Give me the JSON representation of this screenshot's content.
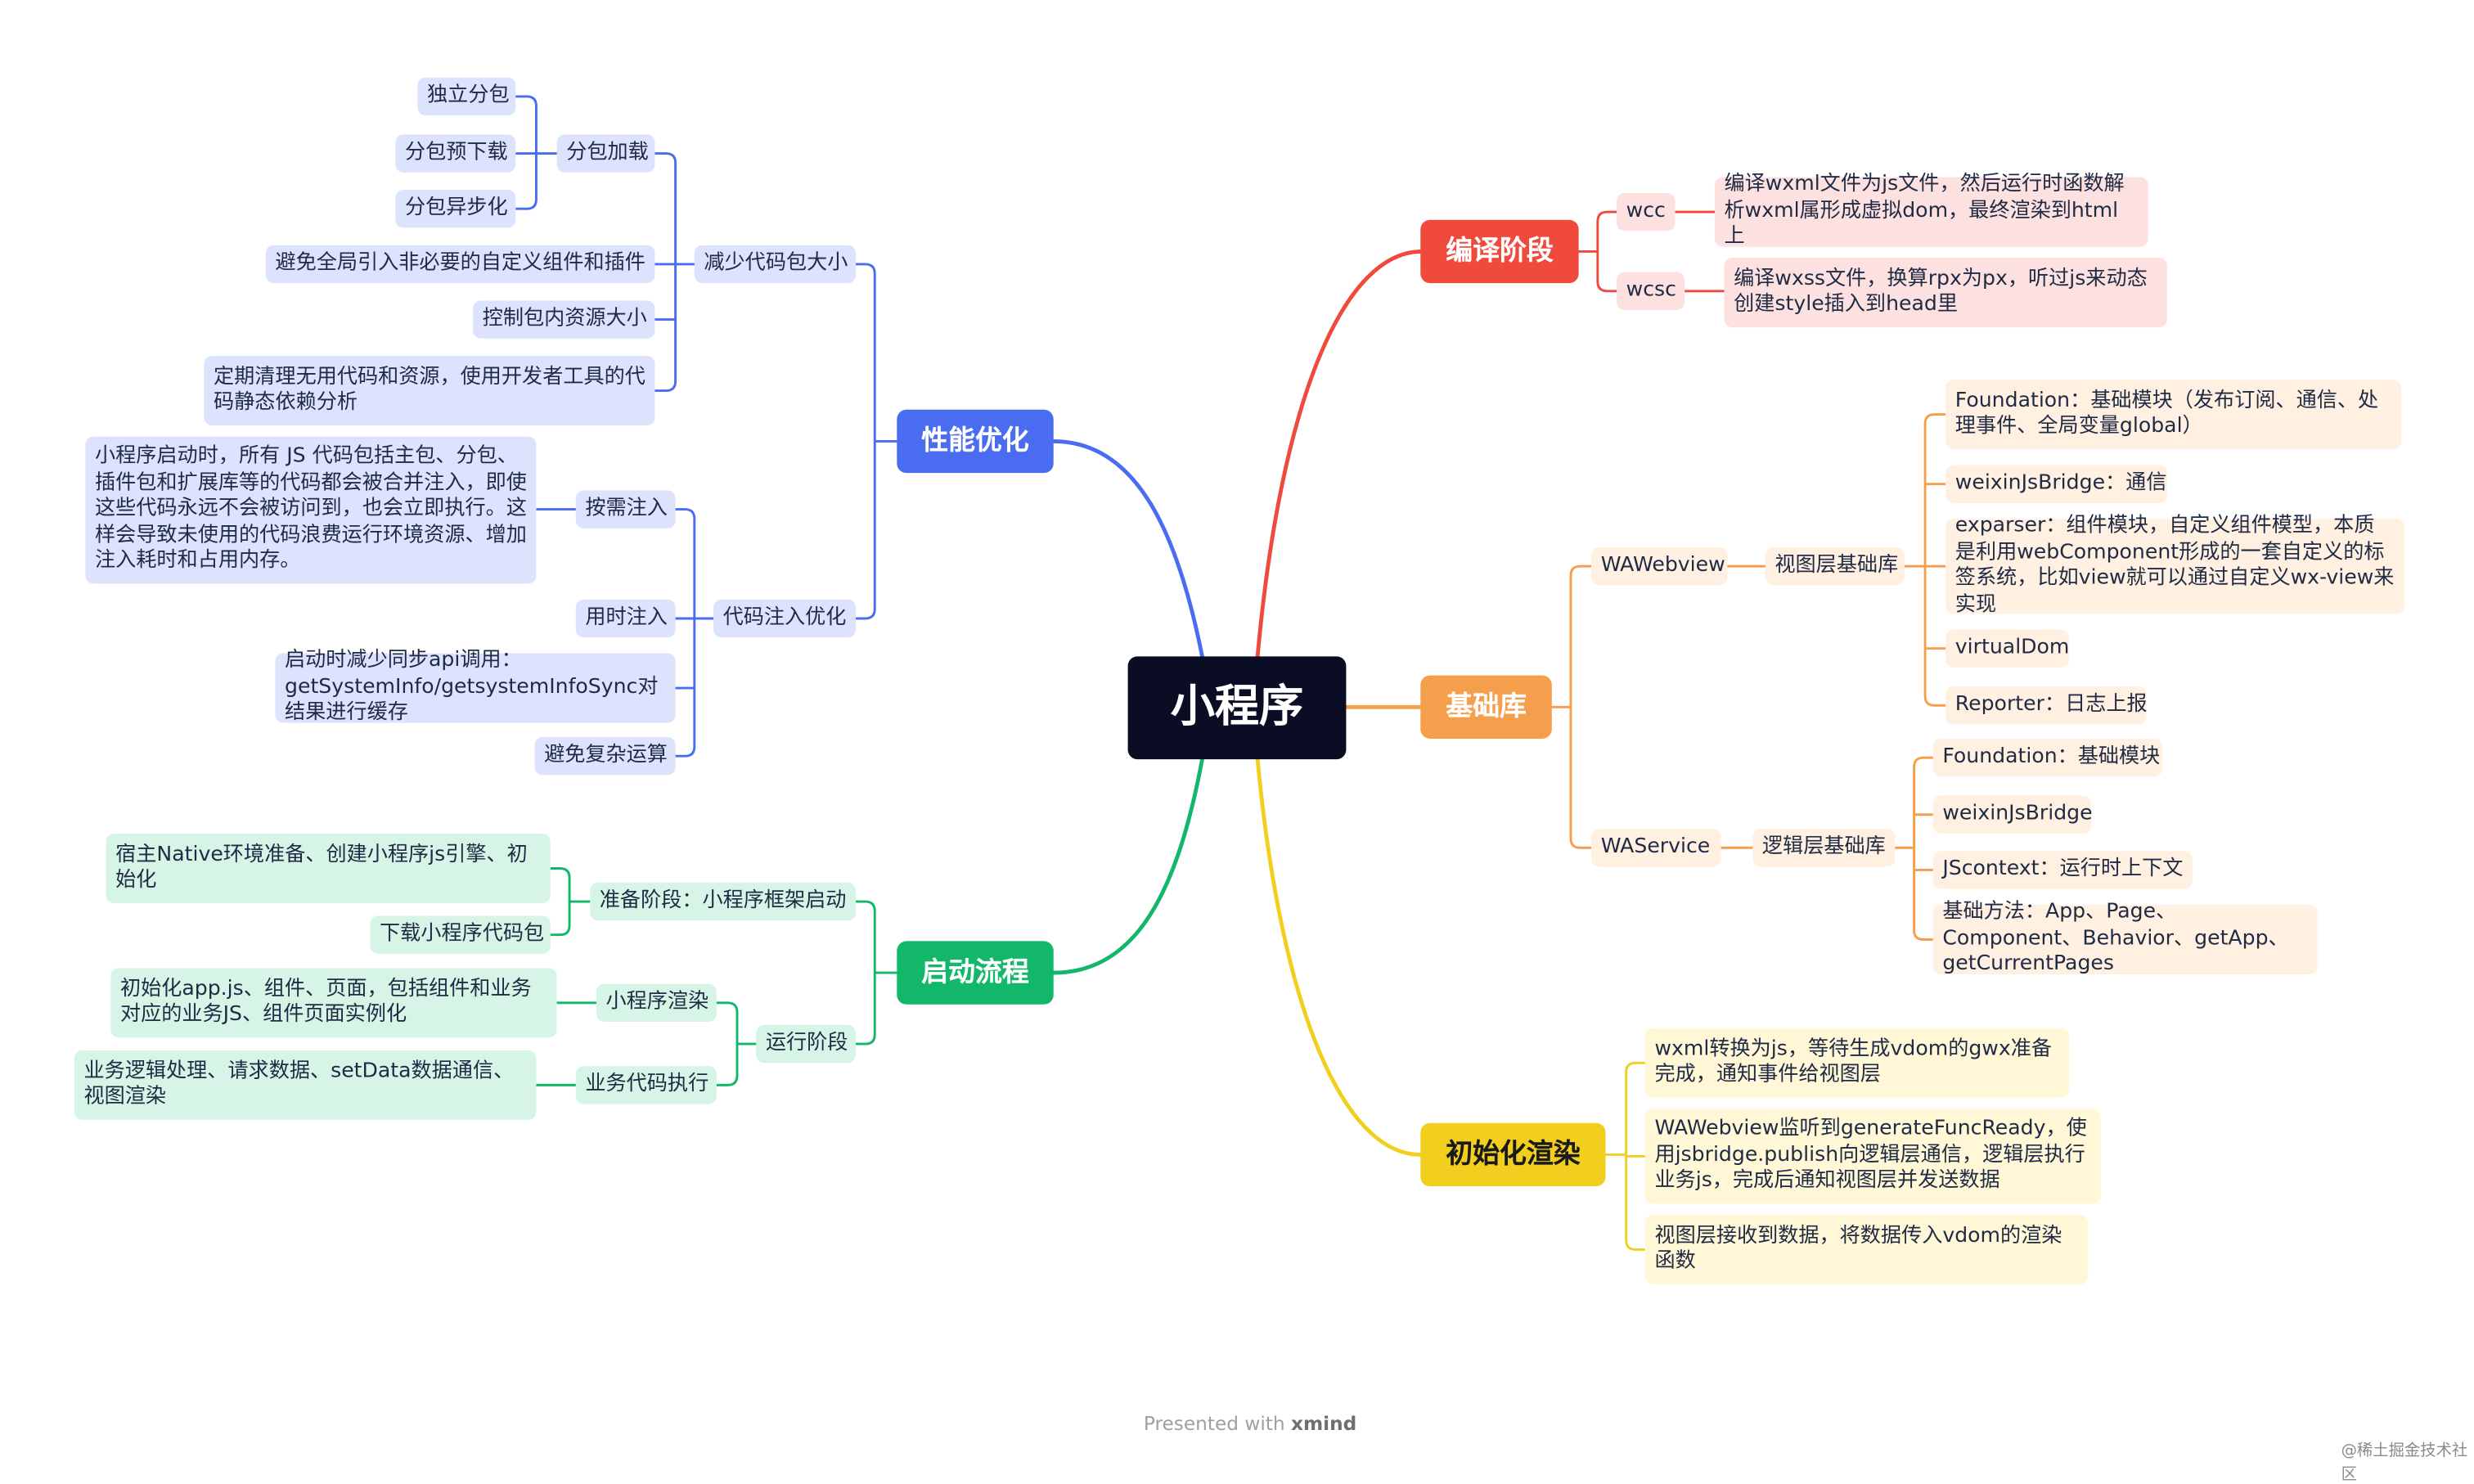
{
  "root": "小程序",
  "branches": {
    "compile": {
      "label": "编译阶段",
      "color": "#f04a3d",
      "wcc": {
        "label": "wcc",
        "desc": "编译wxml文件为js文件，然后运行时函数解析wxml属形成虚拟dom，最终渲染到html上"
      },
      "wcsc": {
        "label": "wcsc",
        "desc": "编译wxss文件，换算rpx为px，听过js来动态创建style插入到head里"
      }
    },
    "base": {
      "label": "基础库",
      "color": "#f59f4c",
      "webview": {
        "label": "WAWebview",
        "sub": "视图层基础库",
        "items": [
          "Foundation：基础模块（发布订阅、通信、处理事件、全局变量global）",
          "weixinJsBridge：通信",
          "exparser：组件模块，自定义组件模型，本质是利用webComponent形成的一套自定义的标签系统，比如view就可以通过自定义wx-view来实现",
          "virtualDom",
          "Reporter：日志上报"
        ]
      },
      "service": {
        "label": "WAService",
        "sub": "逻辑层基础库",
        "items": [
          "Foundation：基础模块",
          "weixinJsBridge",
          "JScontext：运行时上下文",
          "基础方法：App、Page、Component、Behavior、getApp、getCurrentPages"
        ]
      }
    },
    "render": {
      "label": "初始化渲染",
      "color": "#f2cf1f",
      "items": [
        "wxml转换为js，等待生成vdom的gwx准备完成，通知事件给视图层",
        "WAWebview监听到generateFuncReady，使用jsbridge.publish向逻辑层通信，逻辑层执行业务js，完成后通知视图层并发送数据",
        "视图层接收到数据，将数据传入vdom的渲染函数"
      ]
    },
    "perf": {
      "label": "性能优化",
      "color": "#4a6cf0",
      "reduce": {
        "label": "减少代码包大小",
        "subpkg": {
          "label": "分包加载",
          "items": [
            "独立分包",
            "分包预下载",
            "分包异步化"
          ]
        },
        "items": [
          "避免全局引入非必要的自定义组件和插件",
          "控制包内资源大小",
          "定期清理无用代码和资源，使用开发者工具的代码静态依赖分析"
        ]
      },
      "inject": {
        "label": "代码注入优化",
        "ondemand": {
          "label": "按需注入",
          "desc": "小程序启动时，所有 JS 代码包括主包、分包、插件包和扩展库等的代码都会被合并注入，即使这些代码永远不会被访问到，也会立即执行。这样会导致未使用的代码浪费运行环境资源、增加注入耗时和占用内存。"
        },
        "items": [
          "用时注入",
          "启动时减少同步api调用：getSystemInfo/getsystemInfoSync对结果进行缓存",
          "避免复杂运算"
        ]
      }
    },
    "startup": {
      "label": "启动流程",
      "color": "#12b76a",
      "prepare": {
        "label": "准备阶段：小程序框架启动",
        "items": [
          "宿主Native环境准备、创建小程序js引擎、初始化",
          "下载小程序代码包"
        ]
      },
      "run": {
        "label": "运行阶段",
        "render": {
          "label": "小程序渲染",
          "desc": "初始化app.js、组件、页面，包括组件和业务对应的业务JS、组件页面实例化"
        },
        "exec": {
          "label": "业务代码执行",
          "desc": "业务逻辑处理、请求数据、setData数据通信、视图渲染"
        }
      }
    }
  },
  "footer": {
    "prefix": "Presented with",
    "brand": "xmind"
  },
  "watermark": "@稀土掘金技术社区"
}
